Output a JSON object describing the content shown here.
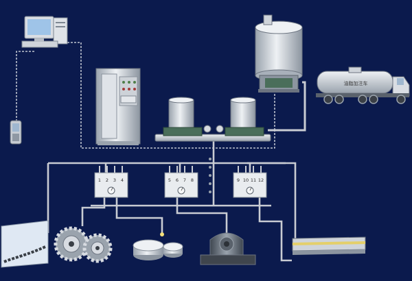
{
  "diagram": {
    "colors": {
      "background": "#0b1a4d",
      "pipe_solid": "#c9ccd3",
      "pipe_dashed": "#e3e6ea",
      "equipment_silver": "#d7dbe1",
      "panel": "#c4c9cf"
    },
    "distributors": [
      {
        "id": "distributor-1",
        "ports": [
          "1",
          "2",
          "3",
          "4"
        ]
      },
      {
        "id": "distributor-2",
        "ports": [
          "5",
          "6",
          "7",
          "8"
        ]
      },
      {
        "id": "distributor-3",
        "ports": [
          "9",
          "10",
          "11",
          "12"
        ]
      }
    ],
    "tanker_label": "油脂加注车",
    "icons": [
      "computer-icon",
      "mobile-phone-icon",
      "control-cabinet-icon",
      "pump-station-icon",
      "storage-tank-icon",
      "tanker-truck-icon",
      "conveyor-chain-icon",
      "gear-icon",
      "bearing-icon",
      "pillow-block-icon",
      "rail-icon"
    ]
  }
}
